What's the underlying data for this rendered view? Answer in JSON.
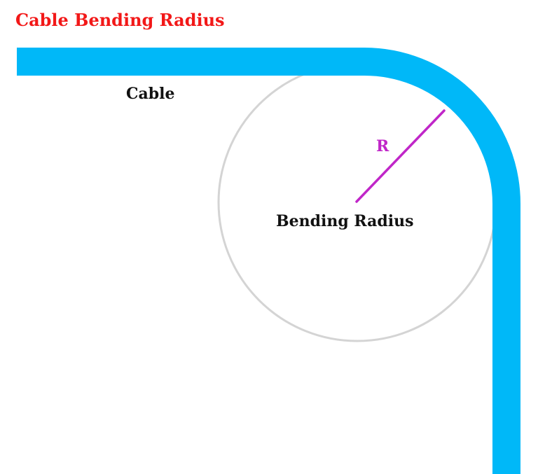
{
  "title": "Cable Bending Radius",
  "labels": {
    "cable": "Cable",
    "bending_radius": "Bending Radius",
    "radius_symbol": "R"
  },
  "colors": {
    "title": "#f21818",
    "cable": "#00b8f8",
    "circle": "#d4d4d4",
    "radius_line": "#c026c8",
    "text": "#111111"
  }
}
